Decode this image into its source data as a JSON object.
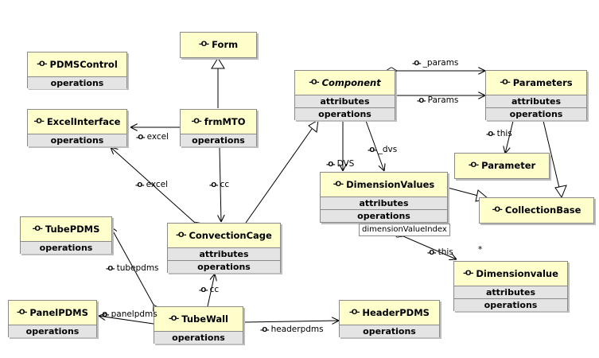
{
  "icon_glyph": "-O-",
  "common": {
    "attributes_label": "attributes",
    "operations_label": "operations"
  },
  "classes": {
    "form": {
      "name": "Form"
    },
    "pdmscontrol": {
      "name": "PDMSControl"
    },
    "excelinterface": {
      "name": "ExcelInterface"
    },
    "frmmto": {
      "name": "frmMTO"
    },
    "component": {
      "name": "Component"
    },
    "parameters": {
      "name": "Parameters"
    },
    "parameter": {
      "name": "Parameter"
    },
    "dimensionvalues": {
      "name": "DimensionValues",
      "qualifier": "dimensionValueIndex"
    },
    "collectionbase": {
      "name": "CollectionBase"
    },
    "tubepdms": {
      "name": "TubePDMS"
    },
    "convectioncage": {
      "name": "ConvectionCage"
    },
    "dimensionvalue": {
      "name": "Dimensionvalue"
    },
    "panelpdms": {
      "name": "PanelPDMS"
    },
    "tubewall": {
      "name": "TubeWall"
    },
    "headerpdms": {
      "name": "HeaderPDMS"
    }
  },
  "labels": {
    "params_lower": "_params",
    "params_upper": "Params",
    "excel_1": "excel",
    "excel_2": "excel",
    "cc_1": "cc",
    "cc_2": "cc",
    "this_1": "this",
    "this_2": "this",
    "dvs_lower": "_dvs",
    "dvs_upper": "DVS",
    "tubepdms": "tubepdms",
    "panelpdms": "panelpdms",
    "headerpdms": "headerpdms"
  },
  "multiplicity": {
    "dimensionvalue": "*"
  },
  "colors": {
    "class_fill": "#ffffcc",
    "section_fill": "#e4e4e4",
    "border": "#8a8a8a",
    "line": "#000000"
  }
}
